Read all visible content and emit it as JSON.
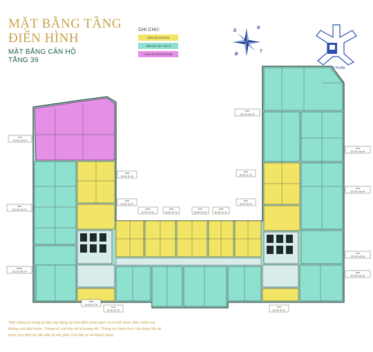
{
  "title": {
    "line1": "MẶT BẰNG TẦNG",
    "line2": "ĐIỂN HÌNH",
    "sub1": "MẶT BẰNG CĂN HỘ",
    "sub2": "TẦNG 39"
  },
  "legend": {
    "heading": "GHI CHÚ:",
    "items": [
      {
        "label": "CĂN HỘ DUPLEX",
        "color": "#f2e566"
      },
      {
        "label": "CĂN HỘ SKY VILLA",
        "color": "#8fe1cf"
      },
      {
        "label": "CĂN HỘ PENTHOUSE",
        "color": "#e58fe6"
      }
    ]
  },
  "compass": {
    "labels": [
      "D",
      "N",
      "B",
      "T"
    ]
  },
  "key_plan": {
    "label": "KEY PLAN"
  },
  "colors": {
    "duplex": "#f2e566",
    "skyvilla": "#8fe1cf",
    "penthouse": "#e58fe6",
    "gold": "#c8a24a",
    "green": "#1b5d4a"
  },
  "units": [
    {
      "name": "PH01",
      "area": "440.0 M² | 384.0 M²"
    },
    {
      "name": "DV01",
      "area": "153.1 M² | 148.1 M²"
    },
    {
      "name": "DV02",
      "area": "153.1 M² | 148.1 M²"
    },
    {
      "name": "DV03",
      "area": "153.1 M² | 148.1 M²"
    },
    {
      "name": "DV04",
      "area": "153.1 M² | 148.1 M²"
    },
    {
      "name": "DV05",
      "area": "153.1 M² | 148.1 M²"
    },
    {
      "name": "DU01",
      "area": "98.4 M² | 91.7 M²"
    },
    {
      "name": "DU02",
      "area": "98.4 M² | 91.7 M²"
    },
    {
      "name": "DU03",
      "area": "98.4 M² | 91.7 M²"
    },
    {
      "name": "DU04",
      "area": "98.4 M² | 91.7 M²"
    },
    {
      "name": "DU04A",
      "area": "98.4 M² | 91.7 M²"
    },
    {
      "name": "DU05",
      "area": "98.4 M² | 91.7 M²"
    },
    {
      "name": "DU06",
      "area": "98.4 M² | 91.7 M²"
    },
    {
      "name": "DU07",
      "area": "98.4 M² | 91.7 M²"
    },
    {
      "name": "DU08",
      "area": "98.4 M² | 91.7 M²"
    },
    {
      "name": "DU09",
      "area": "98.4 M² | 91.7 M²"
    },
    {
      "name": "DU10",
      "area": "98.4 M² | 91.7 M²"
    },
    {
      "name": "DV06A",
      "area": "153.1 M² | 148.1 M²"
    },
    {
      "name": "DV06",
      "area": "153.1 M² | 148.1 M²"
    }
  ],
  "footnote": "*Mọi thông tin trong tài liệu này đúng tại thời điểm phát hành và có thể được điều chỉnh mà không cần báo trước. Thông số của bản vẽ là tương đối. Thông số chính thức của từng căn sẽ được quy định tại văn bản ký kết giữa Chủ đầu tư và khách hàng."
}
